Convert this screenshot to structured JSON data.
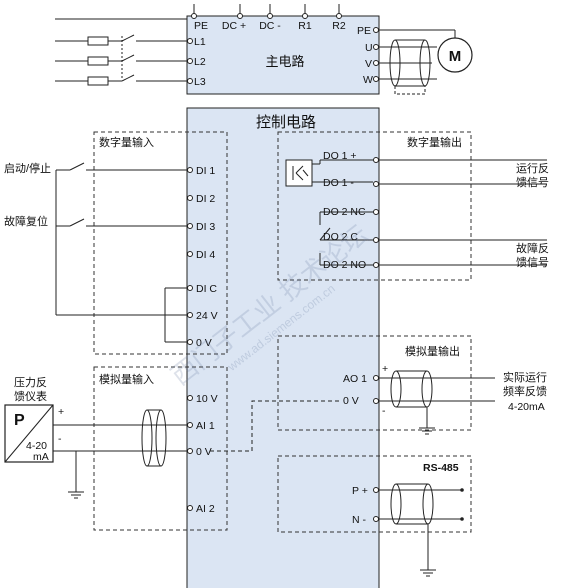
{
  "main_circuit": {
    "title": "主电路",
    "top_terminals": [
      "PE",
      "DC +",
      "DC -",
      "R1",
      "R2"
    ],
    "left_terminals": [
      "L1",
      "L2",
      "L3"
    ],
    "right_terminals": [
      "PE",
      "U",
      "V",
      "W"
    ],
    "motor_label": "M"
  },
  "control_circuit": {
    "title": "控制电路"
  },
  "digital_inputs": {
    "group_label": "数字量输入",
    "terminals": [
      "DI 1",
      "DI 2",
      "DI 3",
      "DI 4",
      "DI C",
      "24 V",
      "0 V"
    ],
    "start_stop_label": "启动/停止",
    "fault_reset_label": "故障复位"
  },
  "digital_outputs": {
    "group_label": "数字量输出",
    "terminals": [
      "DO 1 +",
      "DO 1 -",
      "DO 2 NC",
      "DO 2 C",
      "DO 2 NO"
    ],
    "run_feedback": [
      "运行反",
      "馈信号"
    ],
    "fault_feedback": [
      "故障反",
      "馈信号"
    ]
  },
  "analog_inputs": {
    "group_label": "模拟量输入",
    "terminals": [
      "10 V",
      "AI 1",
      "0 V",
      "AI 2"
    ],
    "sensor_label": [
      "压力反",
      "馈仪表"
    ],
    "sensor_symbol": "P",
    "sensor_range": [
      "4-20",
      "mA"
    ],
    "plus": "+",
    "minus": "-"
  },
  "analog_outputs": {
    "group_label": "模拟量输出",
    "terminals": [
      "AO 1",
      "0 V"
    ],
    "feedback_label": [
      "实际运行",
      "频率反馈",
      "4-20mA"
    ],
    "plus": "+",
    "minus": "-"
  },
  "rs485": {
    "group_label": "RS-485",
    "terminals": [
      "P +",
      "N -"
    ]
  },
  "watermark": {
    "text_cn": "西门子工业 技术论坛",
    "text_url": "www.ad.siemens.com.cn"
  }
}
